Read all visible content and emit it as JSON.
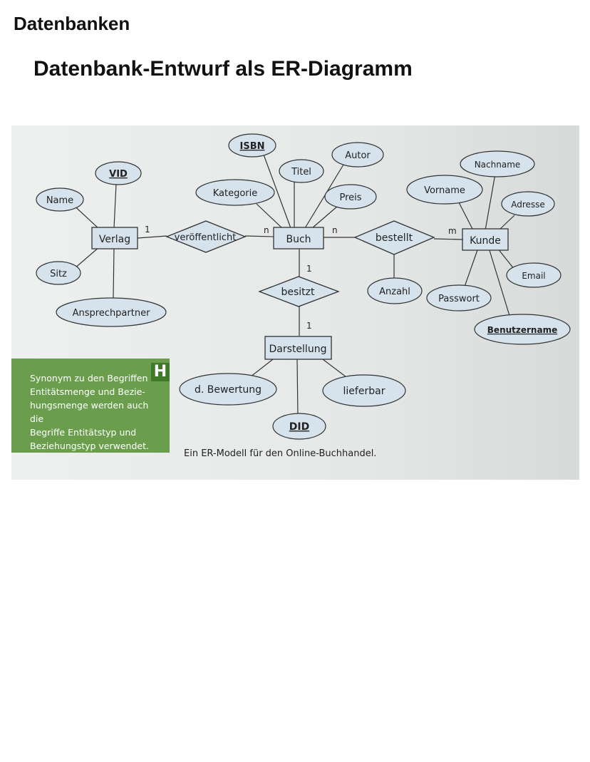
{
  "header": {
    "title": "Datenbanken"
  },
  "page": {
    "title": "Datenbank-Entwurf als ER-Diagramm"
  },
  "diagram": {
    "entities": {
      "verlag": "Verlag",
      "buch": "Buch",
      "kunde": "Kunde",
      "darstellung": "Darstellung"
    },
    "relationships": {
      "veroeffentlicht": "veröffentlicht",
      "bestellt": "bestellt",
      "besitzt": "besitzt"
    },
    "attributes": {
      "vid": "VID",
      "name": "Name",
      "sitz": "Sitz",
      "ansprechpartner": "Ansprechpartner",
      "isbn": "ISBN",
      "titel": "Titel",
      "autor": "Autor",
      "kategorie": "Kategorie",
      "preis": "Preis",
      "anzahl": "Anzahl",
      "vorname": "Vorname",
      "nachname": "Nachname",
      "adresse": "Adresse",
      "email": "Email",
      "passwort": "Passwort",
      "benutzername": "Benutzername",
      "bewertung": "d. Bewertung",
      "lieferbar": "lieferbar",
      "did": "DID"
    },
    "cardinalities": {
      "verlag_pub": "1",
      "buch_pub": "n",
      "buch_order": "n",
      "kunde_order": "m",
      "buch_has": "1",
      "darstellung_has": "1"
    }
  },
  "hint": {
    "letter": "H",
    "lines": [
      "Synonym zu den Begriffen",
      "Entitätsmenge und Bezie-",
      "hungsmenge werden auch die",
      "Begriffe Entitätstyp und",
      "Beziehungstyp verwendet."
    ]
  },
  "caption": "Ein ER-Modell für den Online-Buchhandel.",
  "colors": {
    "page_bg": "#e9eaea",
    "shape_fill": "#d6e3ec",
    "stroke": "#333333",
    "hint_bg": "#6a9e4d",
    "hint_letter_bg": "#3f7a2a"
  }
}
